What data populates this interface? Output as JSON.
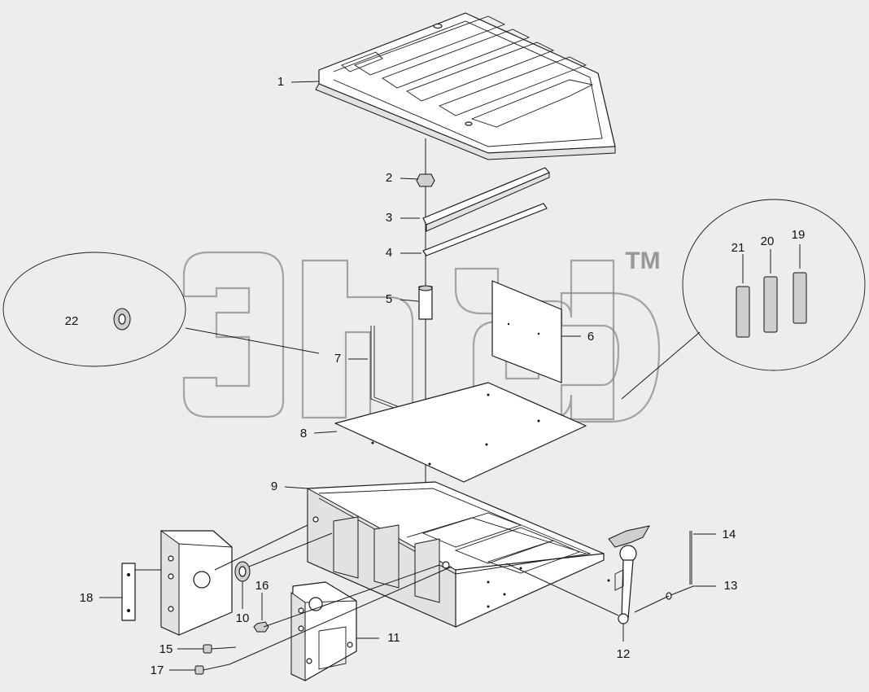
{
  "watermark": {
    "tm": "TM"
  },
  "callouts": [
    {
      "id": "c1",
      "label": "1"
    },
    {
      "id": "c2",
      "label": "2"
    },
    {
      "id": "c3",
      "label": "3"
    },
    {
      "id": "c4",
      "label": "4"
    },
    {
      "id": "c5",
      "label": "5"
    },
    {
      "id": "c6",
      "label": "6"
    },
    {
      "id": "c7",
      "label": "7"
    },
    {
      "id": "c8",
      "label": "8"
    },
    {
      "id": "c9",
      "label": "9"
    },
    {
      "id": "c10",
      "label": "10"
    },
    {
      "id": "c11",
      "label": "11"
    },
    {
      "id": "c12",
      "label": "12"
    },
    {
      "id": "c13",
      "label": "13"
    },
    {
      "id": "c14",
      "label": "14"
    },
    {
      "id": "c15",
      "label": "15"
    },
    {
      "id": "c16",
      "label": "16"
    },
    {
      "id": "c17",
      "label": "17"
    },
    {
      "id": "c18",
      "label": "18"
    },
    {
      "id": "c19",
      "label": "19"
    },
    {
      "id": "c20",
      "label": "20"
    },
    {
      "id": "c21",
      "label": "21"
    },
    {
      "id": "c22",
      "label": "22"
    }
  ]
}
